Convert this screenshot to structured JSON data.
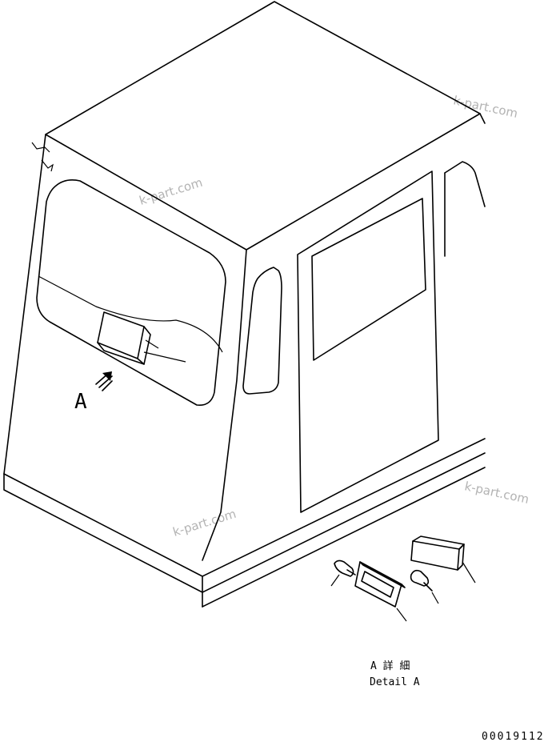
{
  "view_label": "A",
  "detail": {
    "title_jp": "A 詳 細",
    "title_en": "Detail A"
  },
  "drawing_number": "00019112",
  "watermark": "k-part.com",
  "colors": {
    "line": "#000000",
    "watermark": "#b3b3b3",
    "background": "#ffffff"
  }
}
